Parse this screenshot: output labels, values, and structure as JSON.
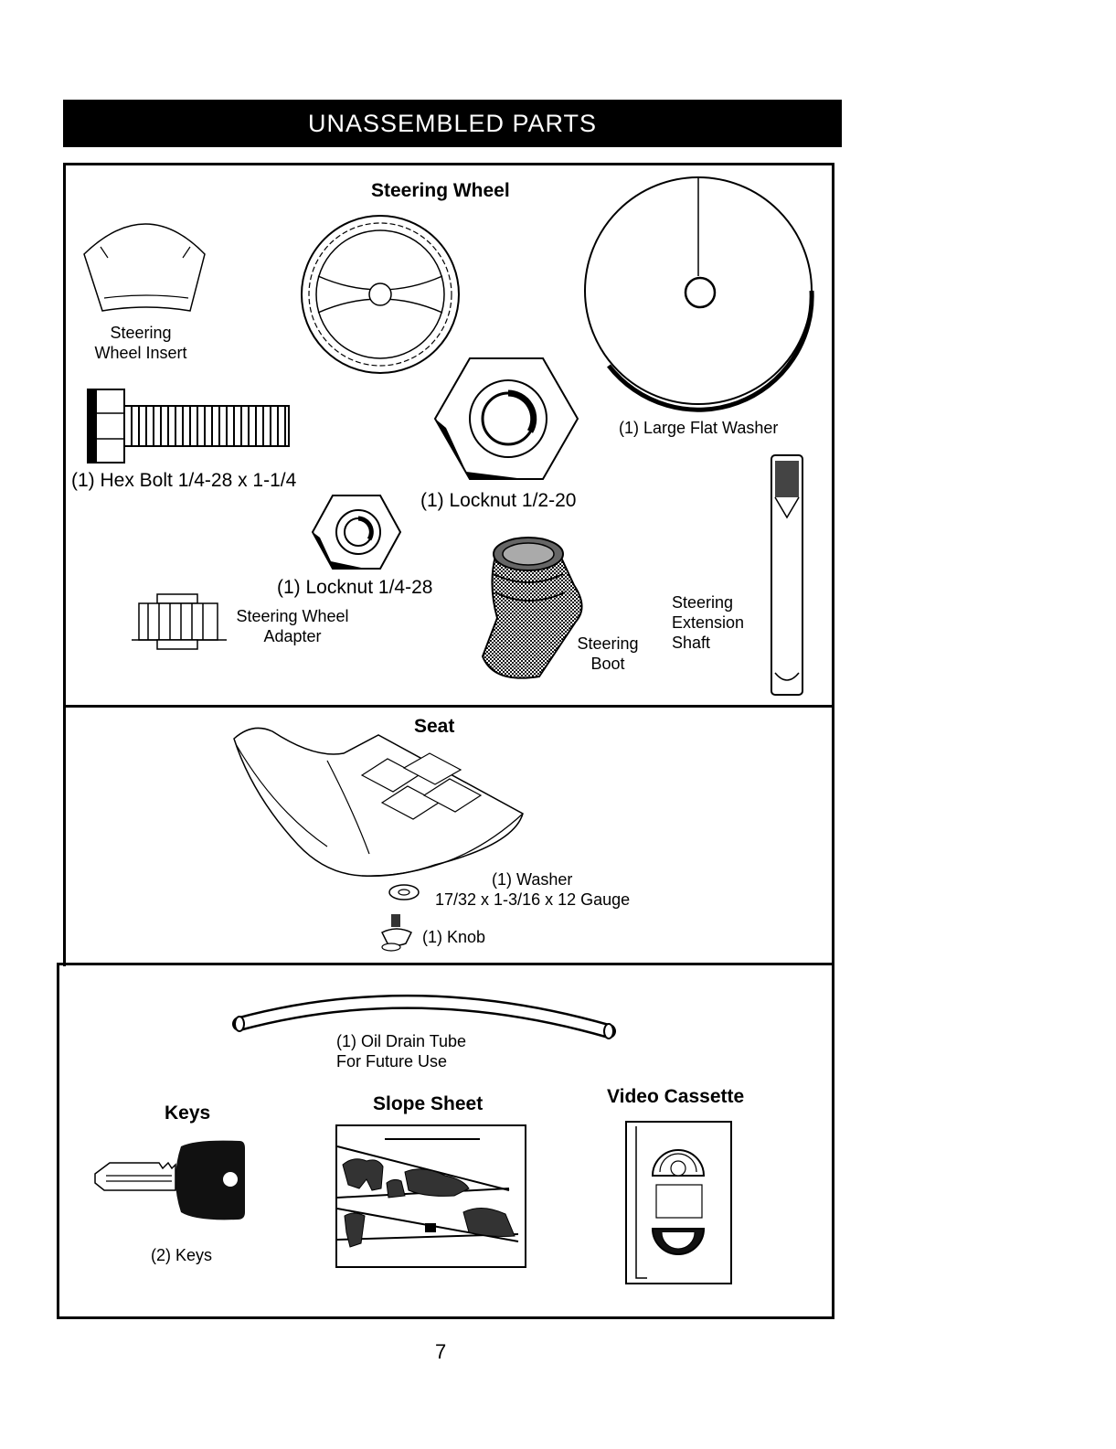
{
  "header": {
    "title": "UNASSEMBLED PARTS"
  },
  "steering": {
    "steering_wheel": "Steering Wheel",
    "wheel_insert": [
      "Steering",
      "Wheel Insert"
    ],
    "large_flat_washer": "(1) Large Flat Washer",
    "hex_bolt": "(1) Hex Bolt  1/4-28 x 1-1/4",
    "locknut_half": "(1) Locknut  1/2-20",
    "locknut_quarter": "(1) Locknut  1/4-28",
    "wheel_adapter": [
      "Steering Wheel",
      "Adapter"
    ],
    "extension_shaft": [
      "Steering",
      "Extension",
      "Shaft"
    ],
    "boot": [
      "Steering",
      "Boot"
    ]
  },
  "seat": {
    "title": "Seat",
    "washer": [
      "(1) Washer",
      "17/32 x 1-3/16 x 12 Gauge"
    ],
    "knob": "(1) Knob"
  },
  "misc": {
    "oil_tube": [
      "(1) Oil Drain Tube",
      "For Future Use"
    ],
    "keys_title": "Keys",
    "keys_label": "(2) Keys",
    "slope_title": "Slope Sheet",
    "video_title": "Video Cassette"
  },
  "page_number": "7"
}
